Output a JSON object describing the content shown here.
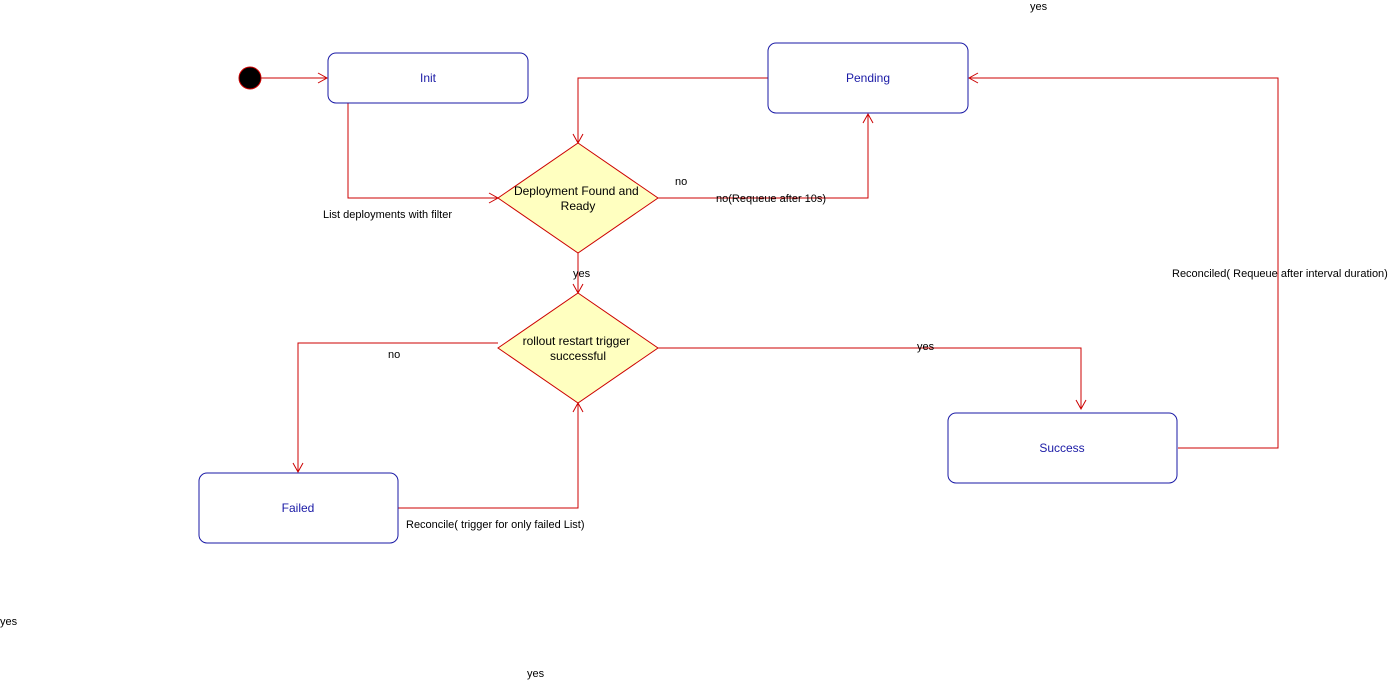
{
  "colors": {
    "state_border": "#1a1aa6",
    "state_fill": "#ffffff",
    "state_text": "#1a1aa6",
    "decision_fill": "#ffffc0",
    "decision_border": "#cc0000",
    "edge": "#cc0000",
    "start_fill": "#000000",
    "start_border": "#cc0000",
    "label_text": "#000000"
  },
  "states": {
    "init": "Init",
    "pending": "Pending",
    "success": "Success",
    "failed": "Failed"
  },
  "decisions": {
    "deployment_ready": [
      "Deployment Found and",
      "Ready"
    ],
    "rollout_restart": [
      "rollout restart trigger",
      "successful"
    ]
  },
  "edge_labels": {
    "list_deployments": "List deployments with filter",
    "deploy_no": "no",
    "deploy_no_requeue": "no(Requeue after 10s)",
    "deploy_yes": "yes",
    "restart_no": "no",
    "restart_yes": "yes",
    "reconcile_failed": "Reconcile( trigger for only failed List)",
    "reconciled_requeue": "Reconciled( Requeue after interval duration)"
  },
  "stray_labels": {
    "top_yes": "yes",
    "left_yes": "yes",
    "bottom_yes": "yes"
  }
}
